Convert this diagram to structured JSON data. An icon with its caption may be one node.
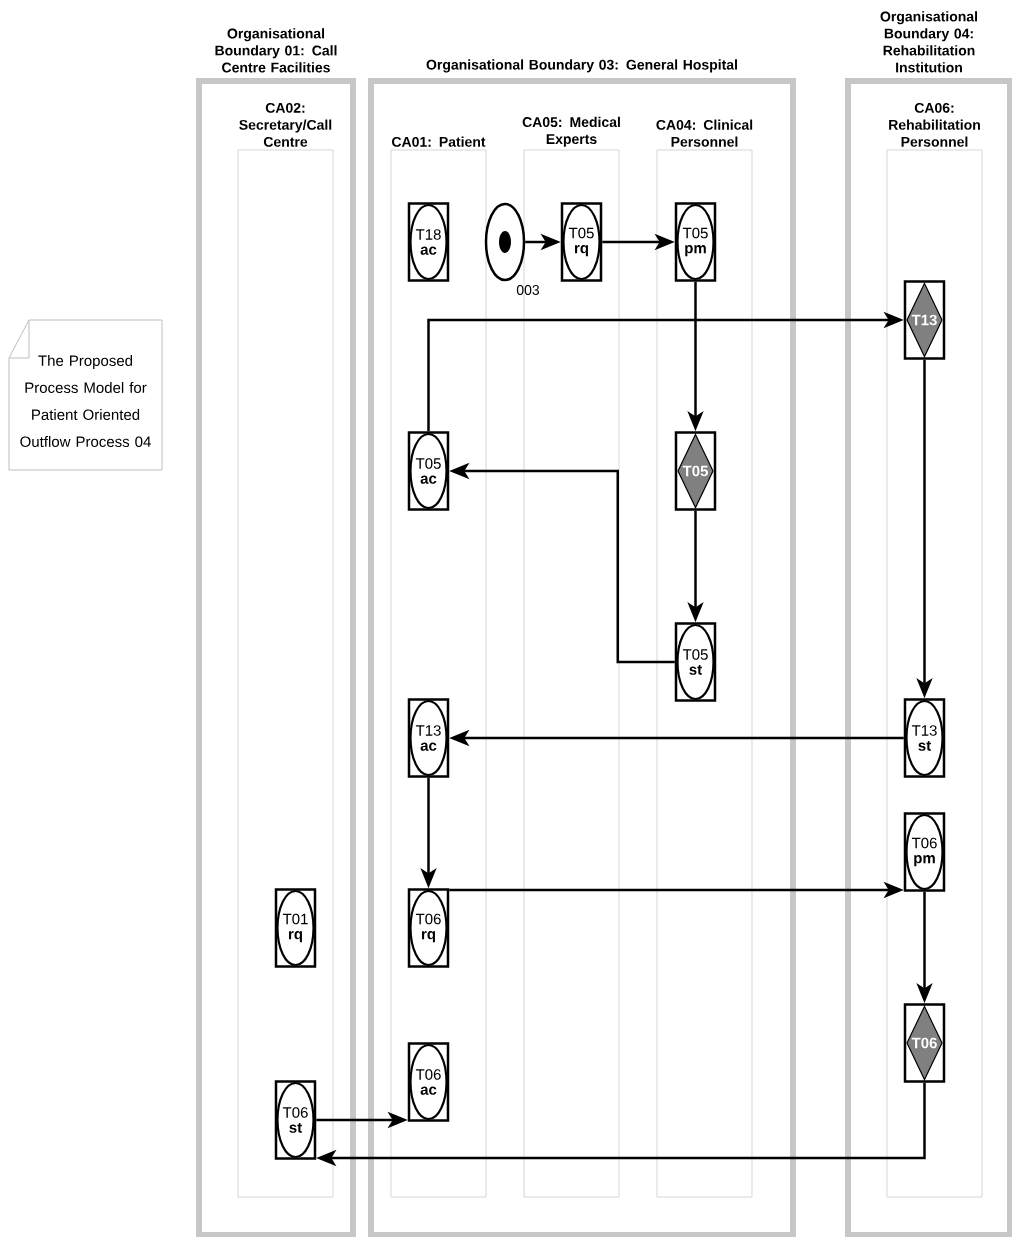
{
  "diagram": {
    "nodes": [
      {
        "text": [
          "Organisational Boundary 01: Call Centre Facilities"
        ]
      },
      {
        "text": [
          "CA02: Secretary/Call Centre"
        ],
        "in": 0
      },
      {
        "text": [
          "Organisational Boundary 03: General Hospital"
        ]
      },
      {
        "text": [
          "CA01: Patient"
        ],
        "in": 2
      },
      {
        "text": [
          "CA05: Medical Experts"
        ],
        "in": 2
      },
      {
        "text": [
          "CA04: Clinical Personnel"
        ],
        "in": 2
      },
      {
        "text": [
          "Organisational Boundary 04: Rehabilitation Institution"
        ]
      },
      {
        "text": [
          "CA06: Rehabilitation Personnel"
        ],
        "in": 6
      },
      {
        "text": [
          "The Proposed Process Model for Patient Oriented Outflow Process 04"
        ]
      },
      {
        "text": [
          "T18",
          "ac"
        ],
        "in": 3
      },
      {
        "text": [],
        "shape": "circle",
        "beside": [
          "003"
        ],
        "in": 2
      },
      {
        "text": [
          "T05",
          "rq"
        ],
        "in": 4
      },
      {
        "text": [
          "T05",
          "pm"
        ],
        "in": 5
      },
      {
        "text": [
          "T13"
        ],
        "in": 7
      },
      {
        "text": [
          "T05",
          "ac"
        ],
        "in": 3
      },
      {
        "text": [
          "T05"
        ],
        "in": 5
      },
      {
        "text": [
          "T05",
          "st"
        ],
        "in": 5
      },
      {
        "text": [
          "T13",
          "ac"
        ],
        "in": 3
      },
      {
        "text": [
          "T13",
          "st"
        ],
        "in": 7
      },
      {
        "text": [
          "T06",
          "pm"
        ],
        "in": 7
      },
      {
        "text": [
          "T01",
          "rq"
        ],
        "in": 1
      },
      {
        "text": [
          "T06",
          "rq"
        ],
        "in": 3
      },
      {
        "text": [
          "T06"
        ],
        "in": 7
      },
      {
        "text": [
          "T06",
          "ac"
        ],
        "in": 3
      },
      {
        "text": [
          "T06",
          "st"
        ],
        "in": 1
      }
    ],
    "edges": [
      {
        "from": 10,
        "to": 11,
        "arrow": "to"
      },
      {
        "from": 11,
        "to": 12,
        "arrow": "to"
      },
      {
        "from": 12,
        "to": 15,
        "arrow": "to"
      },
      {
        "from": 15,
        "to": 16,
        "arrow": "to"
      },
      {
        "from": 16,
        "to": 14,
        "arrow": "to"
      },
      {
        "from": 14,
        "to": 13,
        "arrow": "to"
      },
      {
        "from": 13,
        "to": 18,
        "arrow": "to"
      },
      {
        "from": 18,
        "to": 17,
        "arrow": "to"
      },
      {
        "from": 17,
        "to": 21,
        "arrow": "to"
      },
      {
        "from": 21,
        "to": 19,
        "arrow": "to"
      },
      {
        "from": 19,
        "to": 22,
        "arrow": "to"
      },
      {
        "from": 22,
        "to": 24,
        "arrow": "to"
      },
      {
        "from": 24,
        "to": 23,
        "arrow": "to"
      }
    ]
  }
}
